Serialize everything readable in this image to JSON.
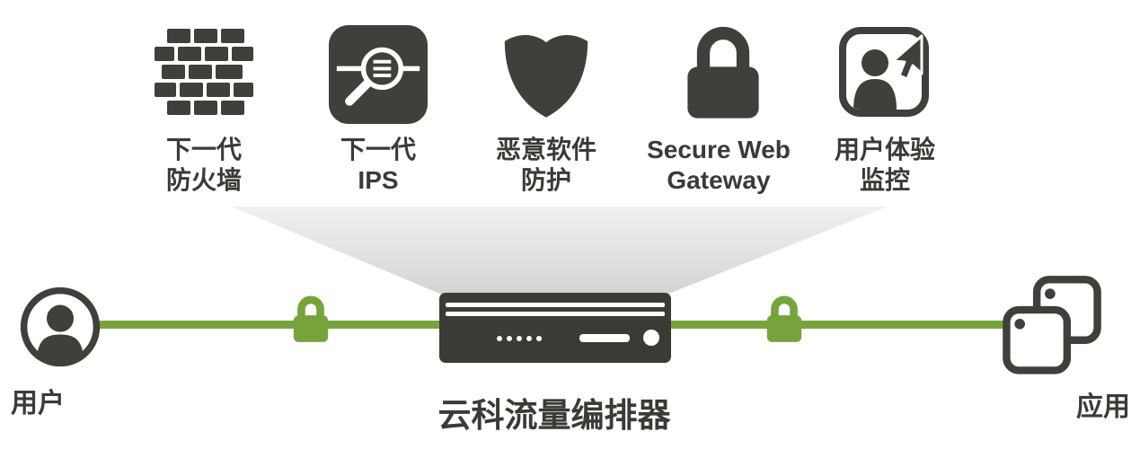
{
  "colors": {
    "icon_dark": "#403f39",
    "accent_green": "#77a33d",
    "funnel_gray": "#dddddb",
    "text": "#3b3a35"
  },
  "services": [
    {
      "id": "next-gen-firewall",
      "icon": "firewall-icon",
      "label": "下一代\n防火墙"
    },
    {
      "id": "next-gen-ips",
      "icon": "magnifier-ips-icon",
      "label": "下一代\nIPS"
    },
    {
      "id": "malware-protection",
      "icon": "shield-icon",
      "label": "恶意软件\n防护"
    },
    {
      "id": "secure-web-gateway",
      "icon": "lock-icon",
      "label": "Secure Web\nGateway"
    },
    {
      "id": "user-experience",
      "icon": "user-cursor-icon",
      "label": "用户体验\n监控"
    }
  ],
  "flow": {
    "user": {
      "label": "用户"
    },
    "orchestrator": {
      "label": "云科流量编排器"
    },
    "apps": {
      "label": "应用"
    }
  }
}
